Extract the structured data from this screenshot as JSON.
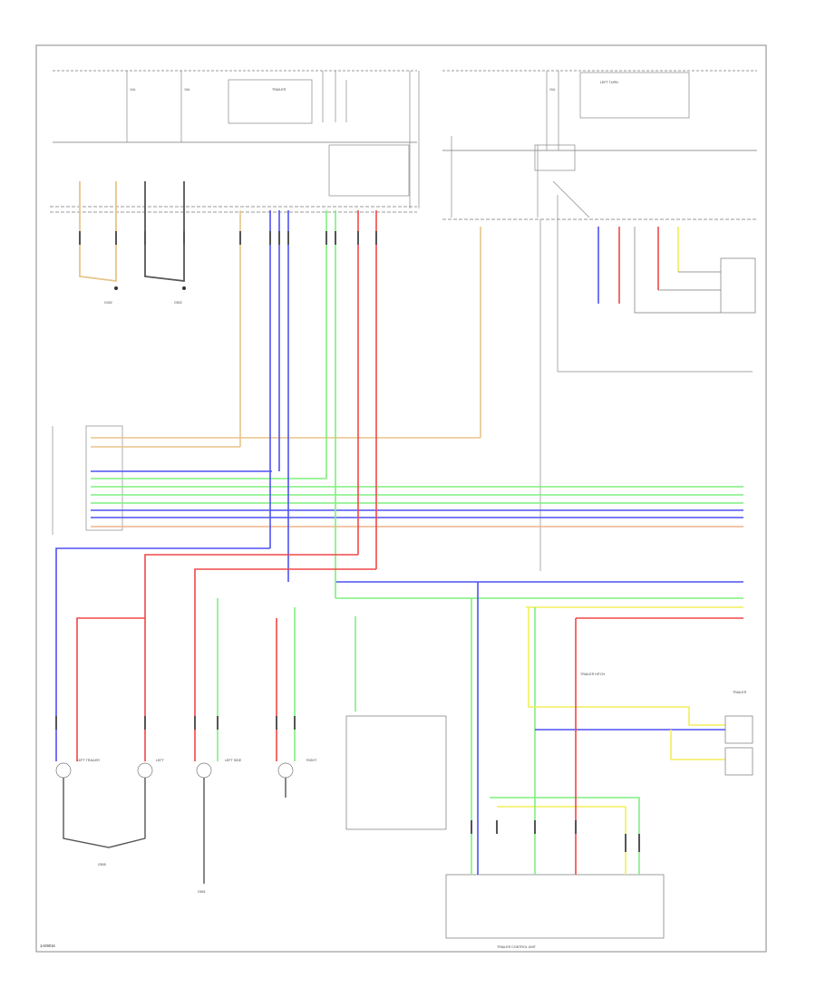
{
  "colors": {
    "background": "#ffffff",
    "frame": "#888888",
    "line": "#666666",
    "wire_tan": "#e8c48a",
    "wire_blue": "#4f52f2",
    "wire_green": "#7ef07e",
    "wire_red": "#f04848",
    "wire_yellow": "#f2ef5a",
    "wire_black": "#444444",
    "wire_orange": "#f0b48a"
  },
  "labels": {
    "page_code": "1A09016",
    "lamp_1": "LEFT TRAILER",
    "lamp_2": "LEFT",
    "lamp_3": "LEFT SIDE",
    "lamp_4": "RIGHT",
    "ground_1": "G505",
    "ground_2": "G601",
    "ground_3": "G402",
    "ground_4": "G502",
    "connector_1": "TRAILER HITCH",
    "connector_2": "TRAILER",
    "module": "TRAILER CONTROL UNIT",
    "relay_1": "TRAILER",
    "relay_2": "LEFT TURN",
    "fuse_1": "10A",
    "fuse_2": "15A",
    "fuse_3": "20A"
  }
}
